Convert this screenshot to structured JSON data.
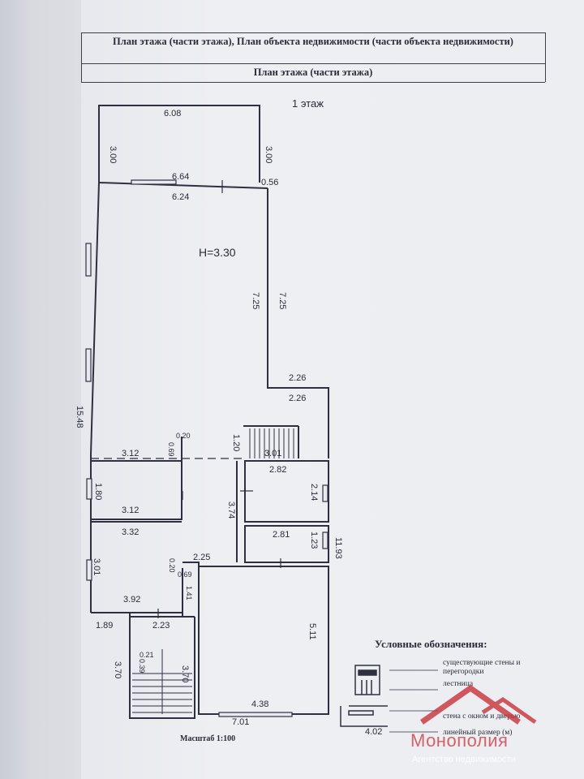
{
  "header": {
    "title_main": "План этажа (части этажа), План объекта недвижимости (части объекта недвижимости)",
    "title_sub": "План этажа (части этажа)"
  },
  "plan": {
    "floor_label": "1 этаж",
    "height_label": "H=3.30",
    "dims": {
      "d_608": "6.08",
      "d_300a": "3.00",
      "d_300b": "3.00",
      "d_664": "6.64",
      "d_056": "0.56",
      "d_624": "6.24",
      "d_725a": "7.25",
      "d_725b": "7.25",
      "d_226a": "2.26",
      "d_226b": "2.26",
      "d_1548": "15.48",
      "d_020a": "0.20",
      "d_069a": "0.69",
      "d_120": "1.20",
      "d_312a": "3.12",
      "d_301a": "3.01",
      "d_282": "2.82",
      "d_180": "1.80",
      "d_214": "2.14",
      "d_312b": "3.12",
      "d_374": "3.74",
      "d_332": "3.32",
      "d_281": "2.81",
      "d_123": "1.23",
      "d_1193": "11.93",
      "d_225": "2.25",
      "d_020b": "0.20",
      "d_069b": "0.69",
      "d_301b": "3.01",
      "d_141": "1.41",
      "d_392": "3.92",
      "d_189": "1.89",
      "d_223": "2.23",
      "d_511": "5.11",
      "d_021": "0.21",
      "d_039": "0.39",
      "d_370a": "3.70",
      "d_370b": "3.70",
      "d_438": "4.38",
      "d_701": "7.01",
      "d_402": "4.02"
    }
  },
  "legend": {
    "title": "Условные обозначения:",
    "items": [
      "существующие стены и перегородки",
      "лестница",
      "стена с окном и дверью",
      "линейный размер (м)"
    ]
  },
  "scale": "Масштаб 1:100",
  "watermark": {
    "name": "Монополия",
    "subtitle": "Агентство недвижимости",
    "color": "#c8333a"
  }
}
